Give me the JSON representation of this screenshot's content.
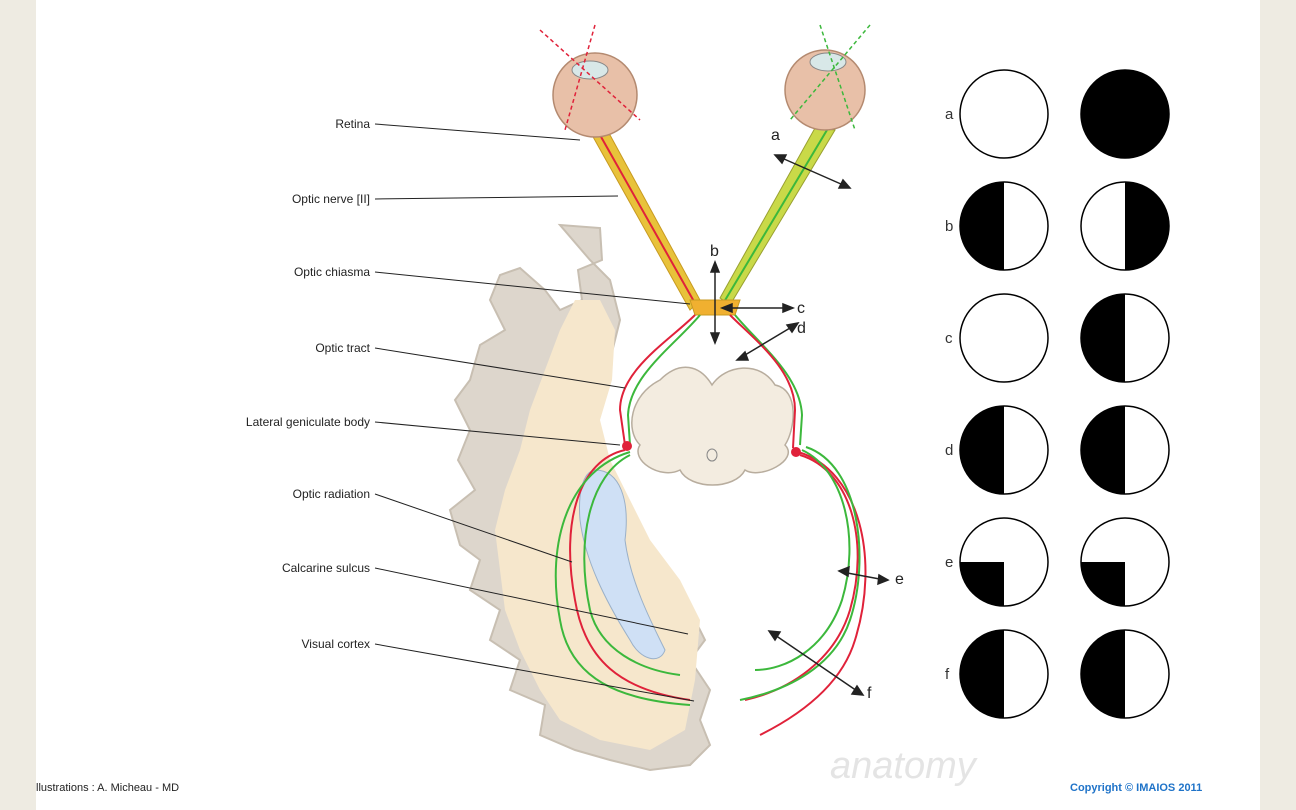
{
  "labels": {
    "retina": "Retina",
    "optic_nerve": "Optic nerve [II]",
    "optic_chiasma": "Optic chiasma",
    "optic_tract": "Optic tract",
    "lateral_geniculate_body": "Lateral geniculate body",
    "optic_radiation": "Optic radiation",
    "calcarine_sulcus": "Calcarine sulcus",
    "visual_cortex": "Visual cortex"
  },
  "lesion_letters": [
    "a",
    "b",
    "c",
    "d",
    "e",
    "f"
  ],
  "fields": [
    {
      "letter": "a",
      "left": "none",
      "right": "full"
    },
    {
      "letter": "b",
      "left": "left-half",
      "right": "right-half"
    },
    {
      "letter": "c",
      "left": "none",
      "right": "left-half"
    },
    {
      "letter": "d",
      "left": "left-half",
      "right": "left-half"
    },
    {
      "letter": "e",
      "left": "lower-left-quadrant",
      "right": "lower-left-quadrant"
    },
    {
      "letter": "f",
      "left": "left-half",
      "right": "left-half"
    }
  ],
  "footer": {
    "credit": "llustrations : A. Micheau - MD",
    "copyright": "Copyright © IMAIOS 2011",
    "watermark": "anatomy"
  },
  "colors": {
    "nerve": "#e8c23a",
    "red_fibers": "#e0223a",
    "green_fibers": "#3cb83c",
    "brain": "#f6e7cc",
    "cortex": "#ddd6cc",
    "ventricle": "#cfe0f5",
    "eyeball": "#e8c0a8"
  }
}
